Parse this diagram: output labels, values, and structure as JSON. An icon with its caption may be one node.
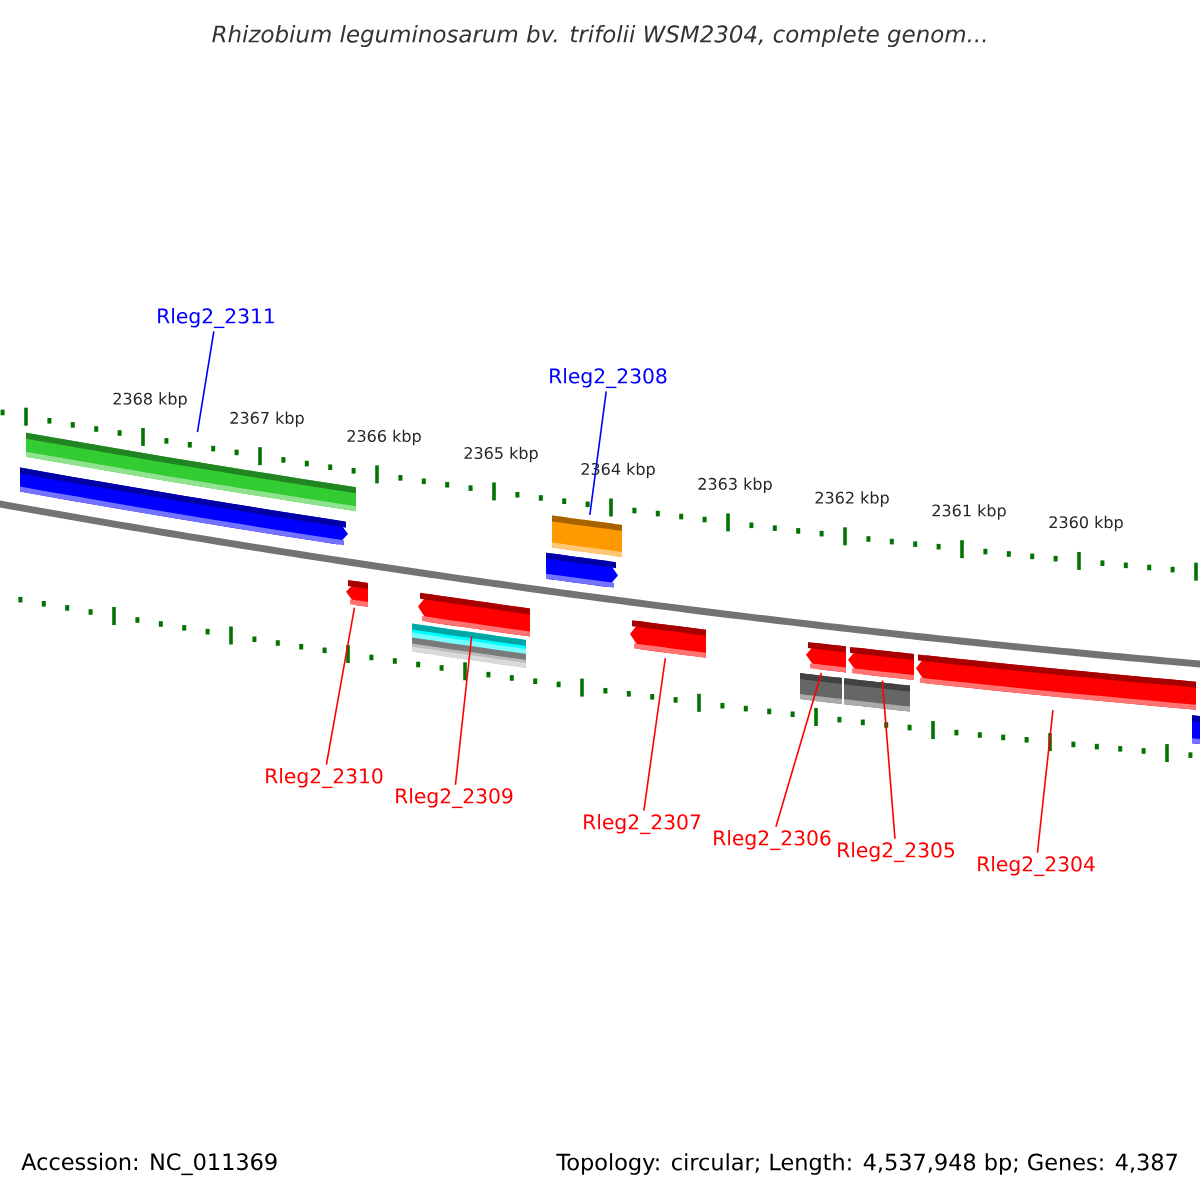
{
  "diagram": {
    "title": "Rhizobium leguminosarum bv. trifolii WSM2304, complete genom...",
    "nodes": [
      {
        "text": [
          "Rleg2_2311"
        ]
      },
      {
        "text": [
          "Rleg2_2308"
        ]
      },
      {
        "text": [
          "Rleg2_2310"
        ]
      },
      {
        "text": [
          "Rleg2_2309"
        ]
      },
      {
        "text": [
          "Rleg2_2307"
        ]
      },
      {
        "text": [
          "Rleg2_2306"
        ]
      },
      {
        "text": [
          "Rleg2_2305"
        ]
      },
      {
        "text": [
          "Rleg2_2304"
        ]
      },
      {
        "text": [],
        "shape": "bar"
      },
      {
        "text": [],
        "shape": "bar"
      },
      {
        "text": [],
        "shape": "bar"
      },
      {
        "text": [],
        "shape": "bar"
      },
      {
        "text": [],
        "shape": "bar"
      },
      {
        "text": [],
        "shape": "bar"
      },
      {
        "text": [],
        "shape": "bar"
      },
      {
        "text": [],
        "shape": "bar"
      }
    ],
    "edges": [
      {
        "from": 0,
        "to": 8,
        "arrow": "none",
        "color": "#0000ff"
      },
      {
        "from": 1,
        "to": 9,
        "arrow": "none",
        "color": "#0000ff"
      },
      {
        "from": 2,
        "to": 10,
        "arrow": "none"
      },
      {
        "from": 3,
        "to": 11,
        "arrow": "none"
      },
      {
        "from": 4,
        "to": 12,
        "arrow": "none"
      },
      {
        "from": 5,
        "to": 13,
        "arrow": "none"
      },
      {
        "from": 6,
        "to": 14,
        "arrow": "none"
      },
      {
        "from": 7,
        "to": 15,
        "arrow": "none"
      }
    ],
    "labels": [
      "2368 kbp",
      "2367 kbp",
      "2366 kbp",
      "2365 kbp",
      "2364 kbp",
      "2363 kbp",
      "2362 kbp",
      "2361 kbp",
      "2360 kbp",
      "Accession: NC_011369",
      "Topology: circular; Length: 4,537,948 bp; Genes: 4,387"
    ]
  }
}
